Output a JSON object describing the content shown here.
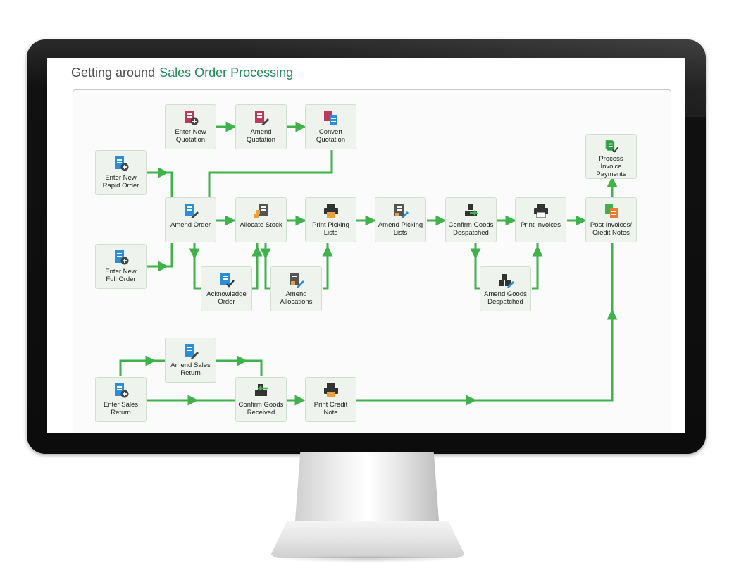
{
  "page": {
    "title_prefix": "Getting around",
    "title_accent": "Sales Order Processing"
  },
  "colors": {
    "accent": "#1f8a5b",
    "flow_line": "#3db34a",
    "node_bg": "#eef3ee"
  },
  "nodes": {
    "enter_new_quotation": {
      "label": "Enter New\nQuotation",
      "icon": "add-document-icon"
    },
    "amend_quotation": {
      "label": "Amend\nQuotation",
      "icon": "edit-document-icon"
    },
    "convert_quotation": {
      "label": "Convert\nQuotation",
      "icon": "convert-document-icon"
    },
    "enter_new_rapid_order": {
      "label": "Enter New\nRapid Order",
      "icon": "add-order-icon"
    },
    "amend_order": {
      "label": "Amend Order",
      "icon": "edit-order-icon"
    },
    "allocate_stock": {
      "label": "Allocate Stock",
      "icon": "allocate-stock-icon"
    },
    "print_picking_lists": {
      "label": "Print Picking\nLists",
      "icon": "printer-icon"
    },
    "amend_picking_lists": {
      "label": "Amend Picking\nLists",
      "icon": "edit-list-icon"
    },
    "confirm_goods_despatched": {
      "label": "Confirm Goods\nDespatched",
      "icon": "despatch-icon"
    },
    "print_invoices": {
      "label": "Print Invoices",
      "icon": "printer-icon"
    },
    "post_invoices_credit_notes": {
      "label": "Post Invoices/\nCredit Notes",
      "icon": "post-documents-icon"
    },
    "process_invoice_payments": {
      "label": "Process Invoice\nPayments",
      "icon": "payments-icon"
    },
    "enter_new_full_order": {
      "label": "Enter New\nFull Order",
      "icon": "add-order-icon"
    },
    "acknowledge_order": {
      "label": "Acknowledge\nOrder",
      "icon": "acknowledge-icon"
    },
    "amend_allocations": {
      "label": "Amend\nAllocations",
      "icon": "edit-allocation-icon"
    },
    "amend_goods_despatched": {
      "label": "Amend Goods\nDespatched",
      "icon": "edit-boxes-icon"
    },
    "amend_sales_return": {
      "label": "Amend Sales\nReturn",
      "icon": "edit-return-icon"
    },
    "enter_sales_return": {
      "label": "Enter Sales\nReturn",
      "icon": "add-return-icon"
    },
    "confirm_goods_received": {
      "label": "Confirm Goods\nReceived",
      "icon": "goods-received-icon"
    },
    "print_credit_note": {
      "label": "Print Credit\nNote",
      "icon": "printer-icon"
    }
  }
}
